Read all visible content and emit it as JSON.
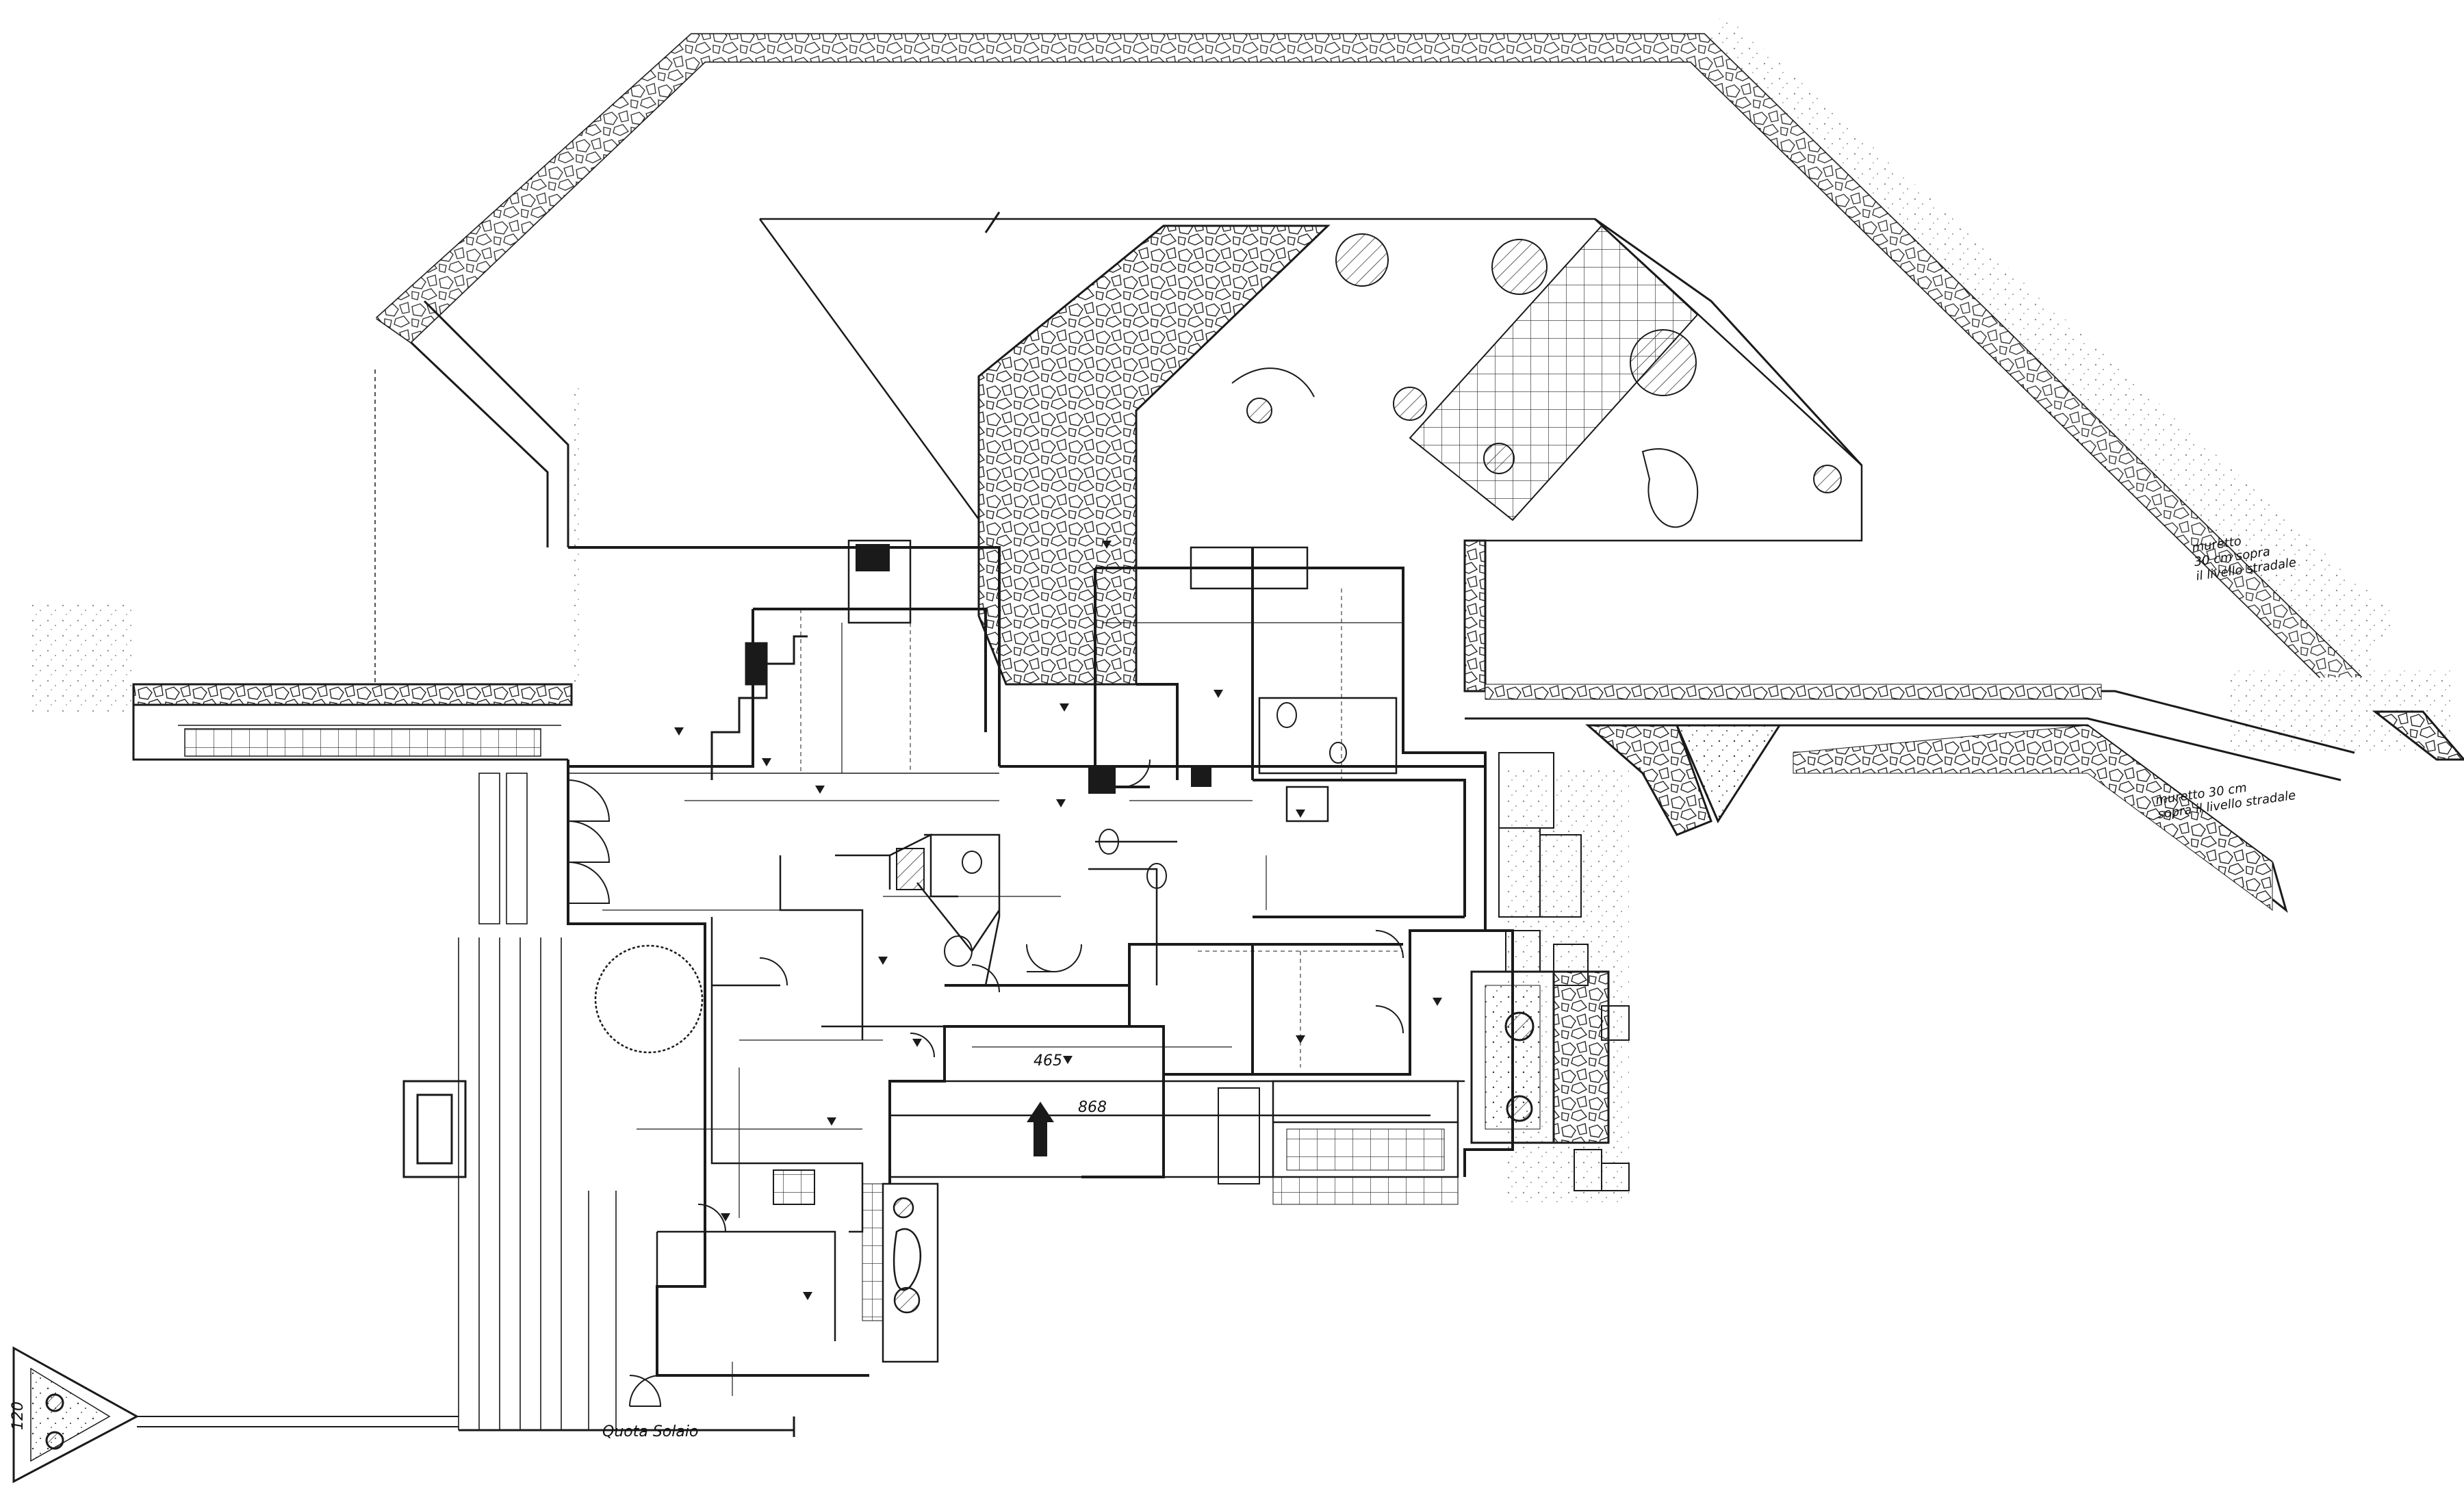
{
  "labels": {
    "muretto_top_a": "muretto",
    "muretto_top_b": "30 cm sopra",
    "muretto_top_c": "il livello stradale",
    "muretto_bottom_a": "muretto 30 cm",
    "muretto_bottom_b": "sopra il livello stradale",
    "quota_solaio": "Quota Solaio",
    "dim_465": "465",
    "dim_868": "868",
    "dim_120_left": "120"
  },
  "colors": {
    "ink": "#1a1a1a",
    "paper": "#ffffff"
  }
}
